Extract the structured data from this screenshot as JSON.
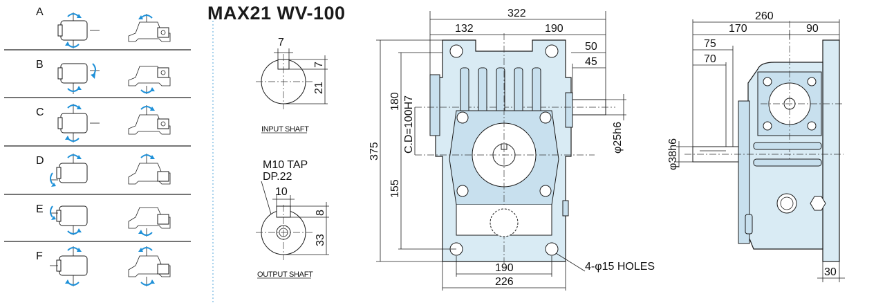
{
  "title": "MAX21 WV-100",
  "mounting_positions": [
    "A",
    "B",
    "C",
    "D",
    "E",
    "F"
  ],
  "shaft_details": {
    "input": {
      "caption": "INPUT SHAFT",
      "dims": {
        "width": "7",
        "height": "7",
        "depth": "21"
      }
    },
    "output": {
      "caption": "OUTPUT SHAFT",
      "tap": "M10 TAP",
      "tap_depth": "DP.22",
      "dims": {
        "width": "10",
        "height": "8",
        "depth": "33"
      }
    }
  },
  "front_view": {
    "overall_width": "322",
    "left_width": "132",
    "right_width": "190",
    "shaft_len_50": "50",
    "shaft_len_45": "45",
    "overall_height": "375",
    "upper_height": "180",
    "center_distance": "C.D=100H7",
    "lower_height": "155",
    "shaft_dia": "φ25h6",
    "base_inner": "190",
    "base_outer": "226",
    "holes": "4-φ15 HOLES"
  },
  "side_view": {
    "overall_width": "260",
    "w170": "170",
    "w90": "90",
    "w75": "75",
    "w70": "70",
    "shaft_dia": "φ38h6",
    "flange": "30"
  }
}
